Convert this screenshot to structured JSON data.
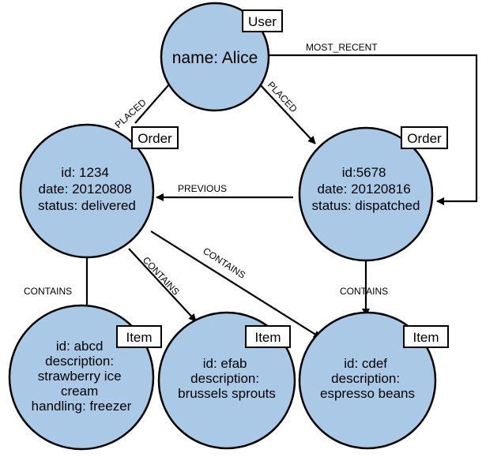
{
  "nodes": {
    "user": {
      "tag": "User",
      "lines": [
        "name: Alice"
      ]
    },
    "order1": {
      "tag": "Order",
      "lines": [
        "id: 1234",
        "date: 20120808",
        "status: delivered"
      ]
    },
    "order2": {
      "tag": "Order",
      "lines": [
        "id:5678",
        "date: 20120816",
        "status: dispatched"
      ]
    },
    "item1": {
      "tag": "Item",
      "lines": [
        "id: abcd",
        "description:",
        "strawberry ice",
        "cream",
        "handling: freezer"
      ]
    },
    "item2": {
      "tag": "Item",
      "lines": [
        "id: efab",
        "description:",
        "brussels sprouts"
      ]
    },
    "item3": {
      "tag": "Item",
      "lines": [
        "id: cdef",
        "description:",
        "espresso beans"
      ]
    }
  },
  "edges": {
    "placed_order1": "PLACED",
    "placed_order2": "PLACED",
    "most_recent": "MOST_RECENT",
    "previous": "PREVIOUS",
    "contains_item1": "CONTAINS",
    "contains_item2": "CONTAINS",
    "contains_item3_from_order1": "CONTAINS",
    "contains_item3_from_order2": "CONTAINS"
  },
  "colors": {
    "node_fill": "#a9c9e6",
    "stroke": "#000000",
    "tag_fill": "#ffffff"
  }
}
